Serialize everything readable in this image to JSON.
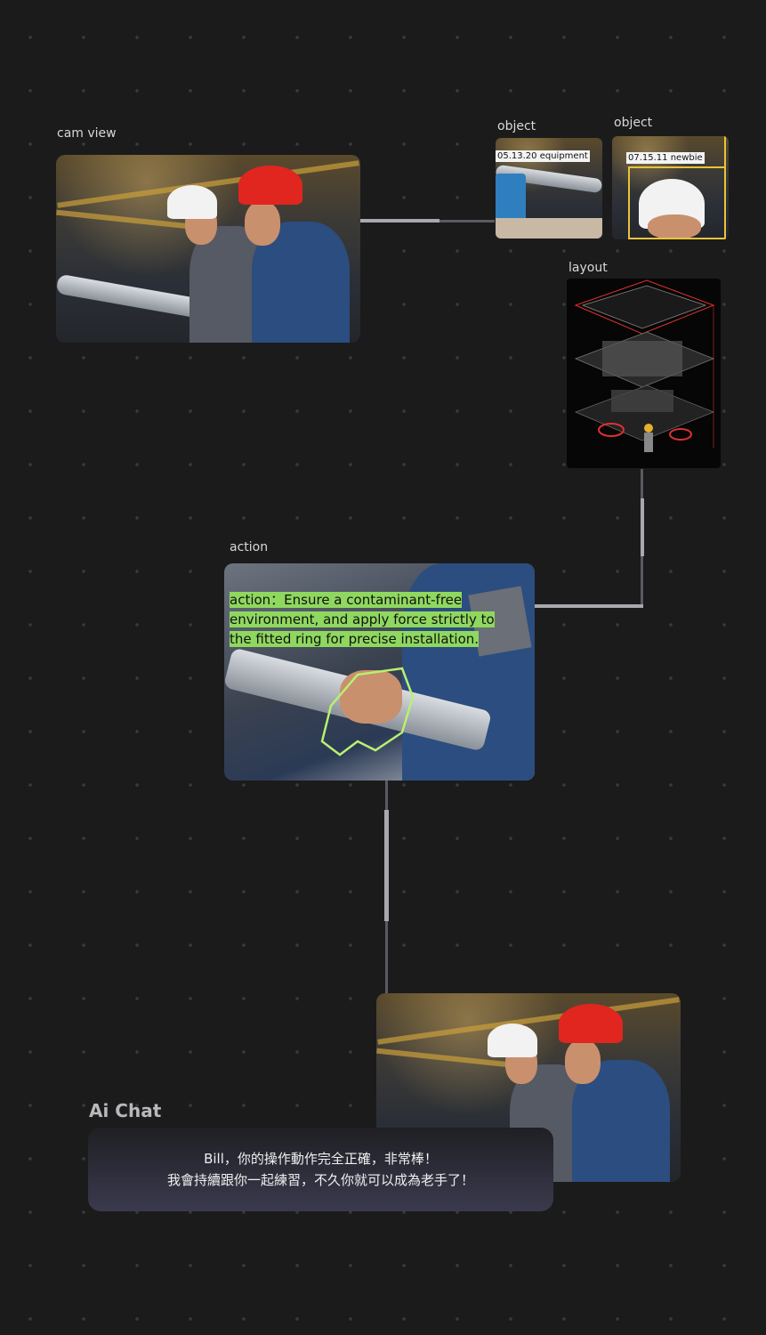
{
  "nodes": {
    "cam_view": {
      "label": "cam view"
    },
    "object_1": {
      "label": "object",
      "tag": "05.13.20 equipment"
    },
    "object_2": {
      "label": "object",
      "tag": "07.15.11 newbie"
    },
    "layout": {
      "label": "layout"
    },
    "action": {
      "label": "action",
      "overlay_text": "action：Ensure a contaminant-free environment, and apply force strictly to the fitted ring for precise installation."
    }
  },
  "chat": {
    "title": "Ai Chat",
    "message_line1": "Bill，你的操作動作完全正確，非常棒！",
    "message_line2": "我會持續跟你一起練習，不久你就可以成為老手了！"
  },
  "colors": {
    "background": "#1b1b1c",
    "highlight_green": "#8fd85f",
    "outline_green": "#b8f070",
    "bbox_yellow": "#e8c43a",
    "layout_red": "#e03030",
    "helmet_red": "#e0261f"
  }
}
